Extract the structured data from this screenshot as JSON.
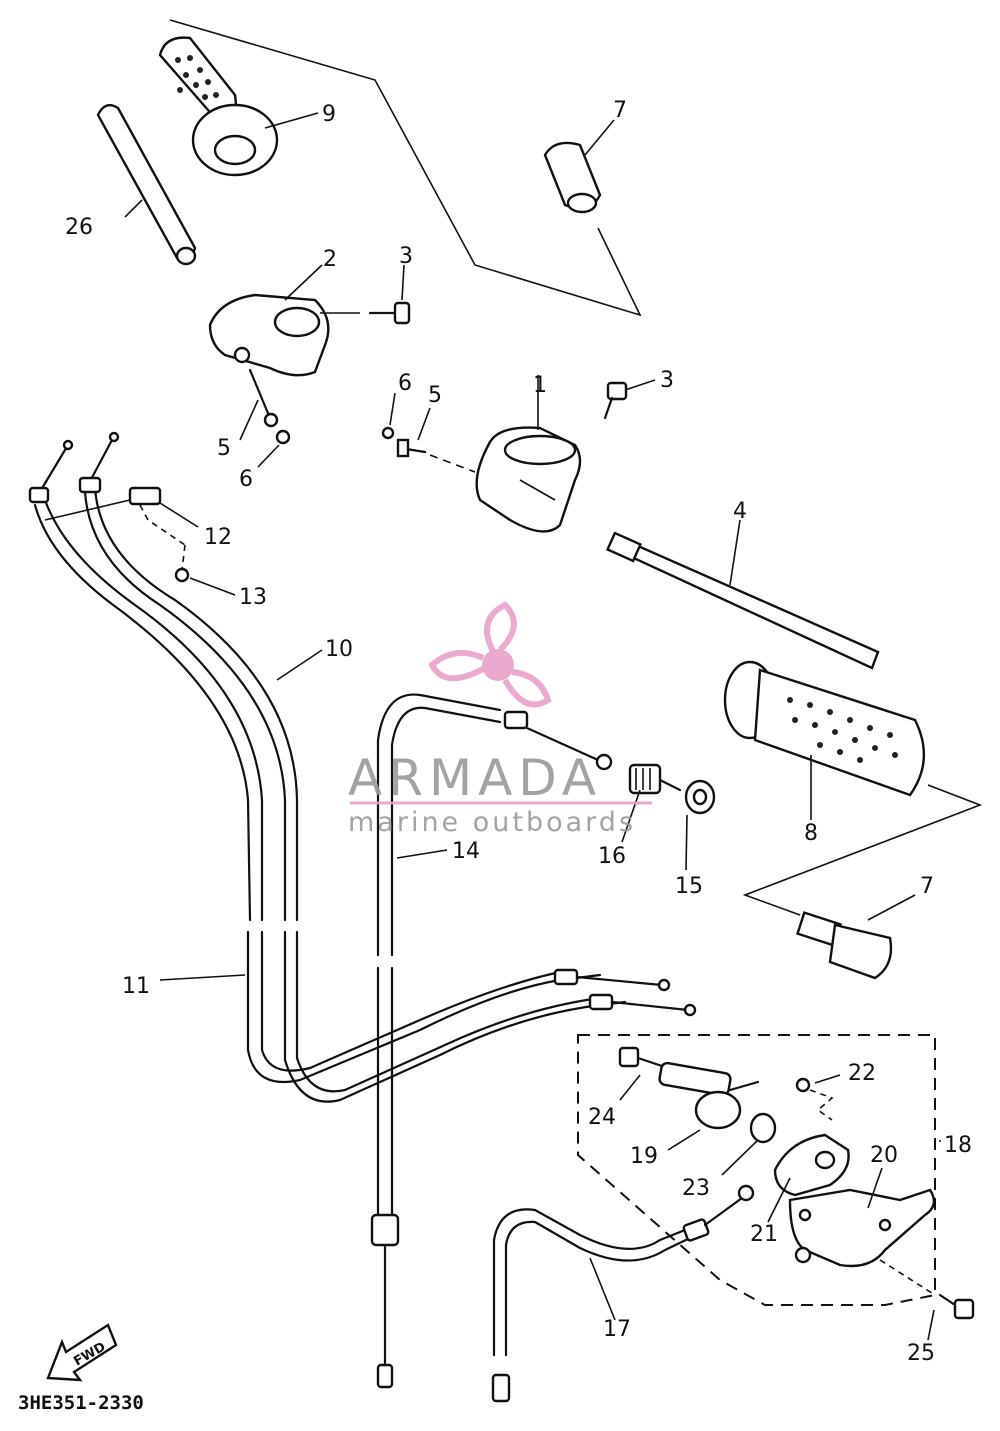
{
  "diagram": {
    "part_code": "3HE351-2330",
    "fwd_label": "FWD",
    "labels": {
      "p1": "1",
      "p2": "2",
      "p3a": "3",
      "p3b": "3",
      "p4": "4",
      "p5a": "5",
      "p5b": "5",
      "p6a": "6",
      "p6b": "6",
      "p7a": "7",
      "p7b": "7",
      "p8": "8",
      "p9": "9",
      "p10": "10",
      "p11": "11",
      "p12": "12",
      "p13": "13",
      "p14": "14",
      "p15": "15",
      "p16": "16",
      "p17": "17",
      "p18": "18",
      "p19": "19",
      "p20": "20",
      "p21": "21",
      "p22": "22",
      "p23": "23",
      "p24": "24",
      "p25": "25",
      "p26": "26"
    }
  },
  "watermark": {
    "brand": "ARMADA",
    "tagline": "marine outboards",
    "colors": {
      "pink": "#e8a0c8",
      "grey": "#9a9a9a"
    }
  }
}
